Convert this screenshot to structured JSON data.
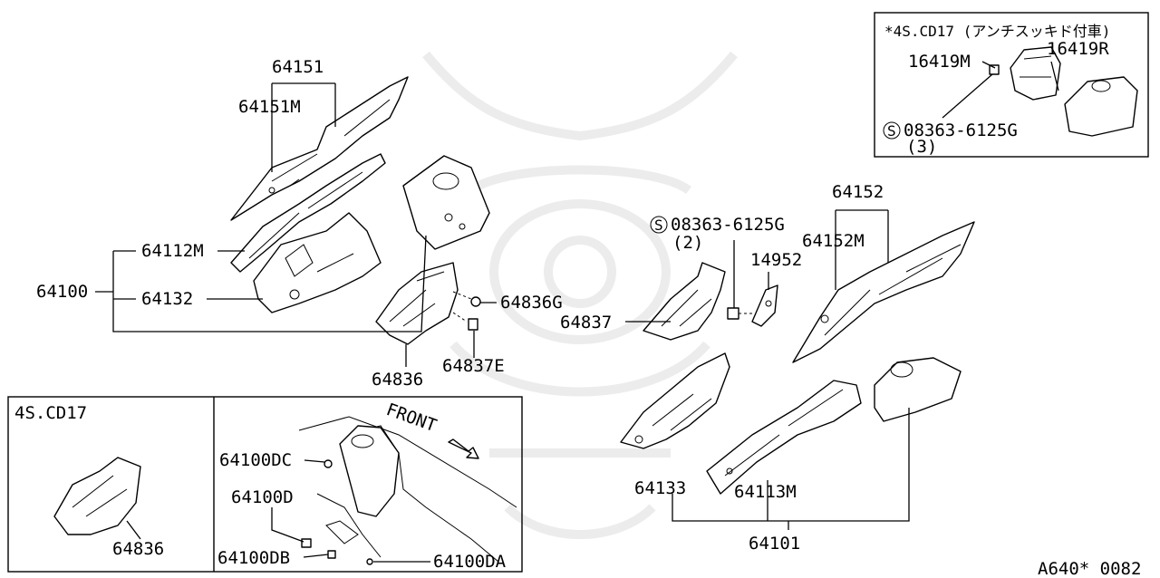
{
  "labels": {
    "p64151": "64151",
    "p64151M": "64151M",
    "p64112M": "64112M",
    "p64100": "64100",
    "p64132": "64132",
    "p64836G": "64836G",
    "p64837": "64837",
    "p64836": "64836",
    "p64837E": "64837E",
    "bolt_center": "08363-6125G",
    "bolt_center_qty": "(2)",
    "p14952": "14952",
    "p64152": "64152",
    "p64152M": "64152M",
    "p64133": "64133",
    "p64113M": "64113M",
    "p64101": "64101",
    "inset_top_title": "*4S.CD17 (アンチスッキド付車)",
    "p16419M": "16419M",
    "p16419R": "16419R",
    "bolt_inset": "08363-6125G",
    "bolt_inset_qty": "(3)",
    "inset_left_title": "4S.CD17",
    "inset_left_part": "64836",
    "front": "FRONT",
    "p64100DC": "64100DC",
    "p64100D": "64100D",
    "p64100DB": "64100DB",
    "p64100DA": "64100DA",
    "diagram_code": "A640* 0082",
    "screw_symbol": "S"
  },
  "icons": {
    "screw": "screw-s-circle-icon",
    "front_arrow": "front-arrow-icon",
    "watermark": "samurai-helmet-watermark"
  }
}
